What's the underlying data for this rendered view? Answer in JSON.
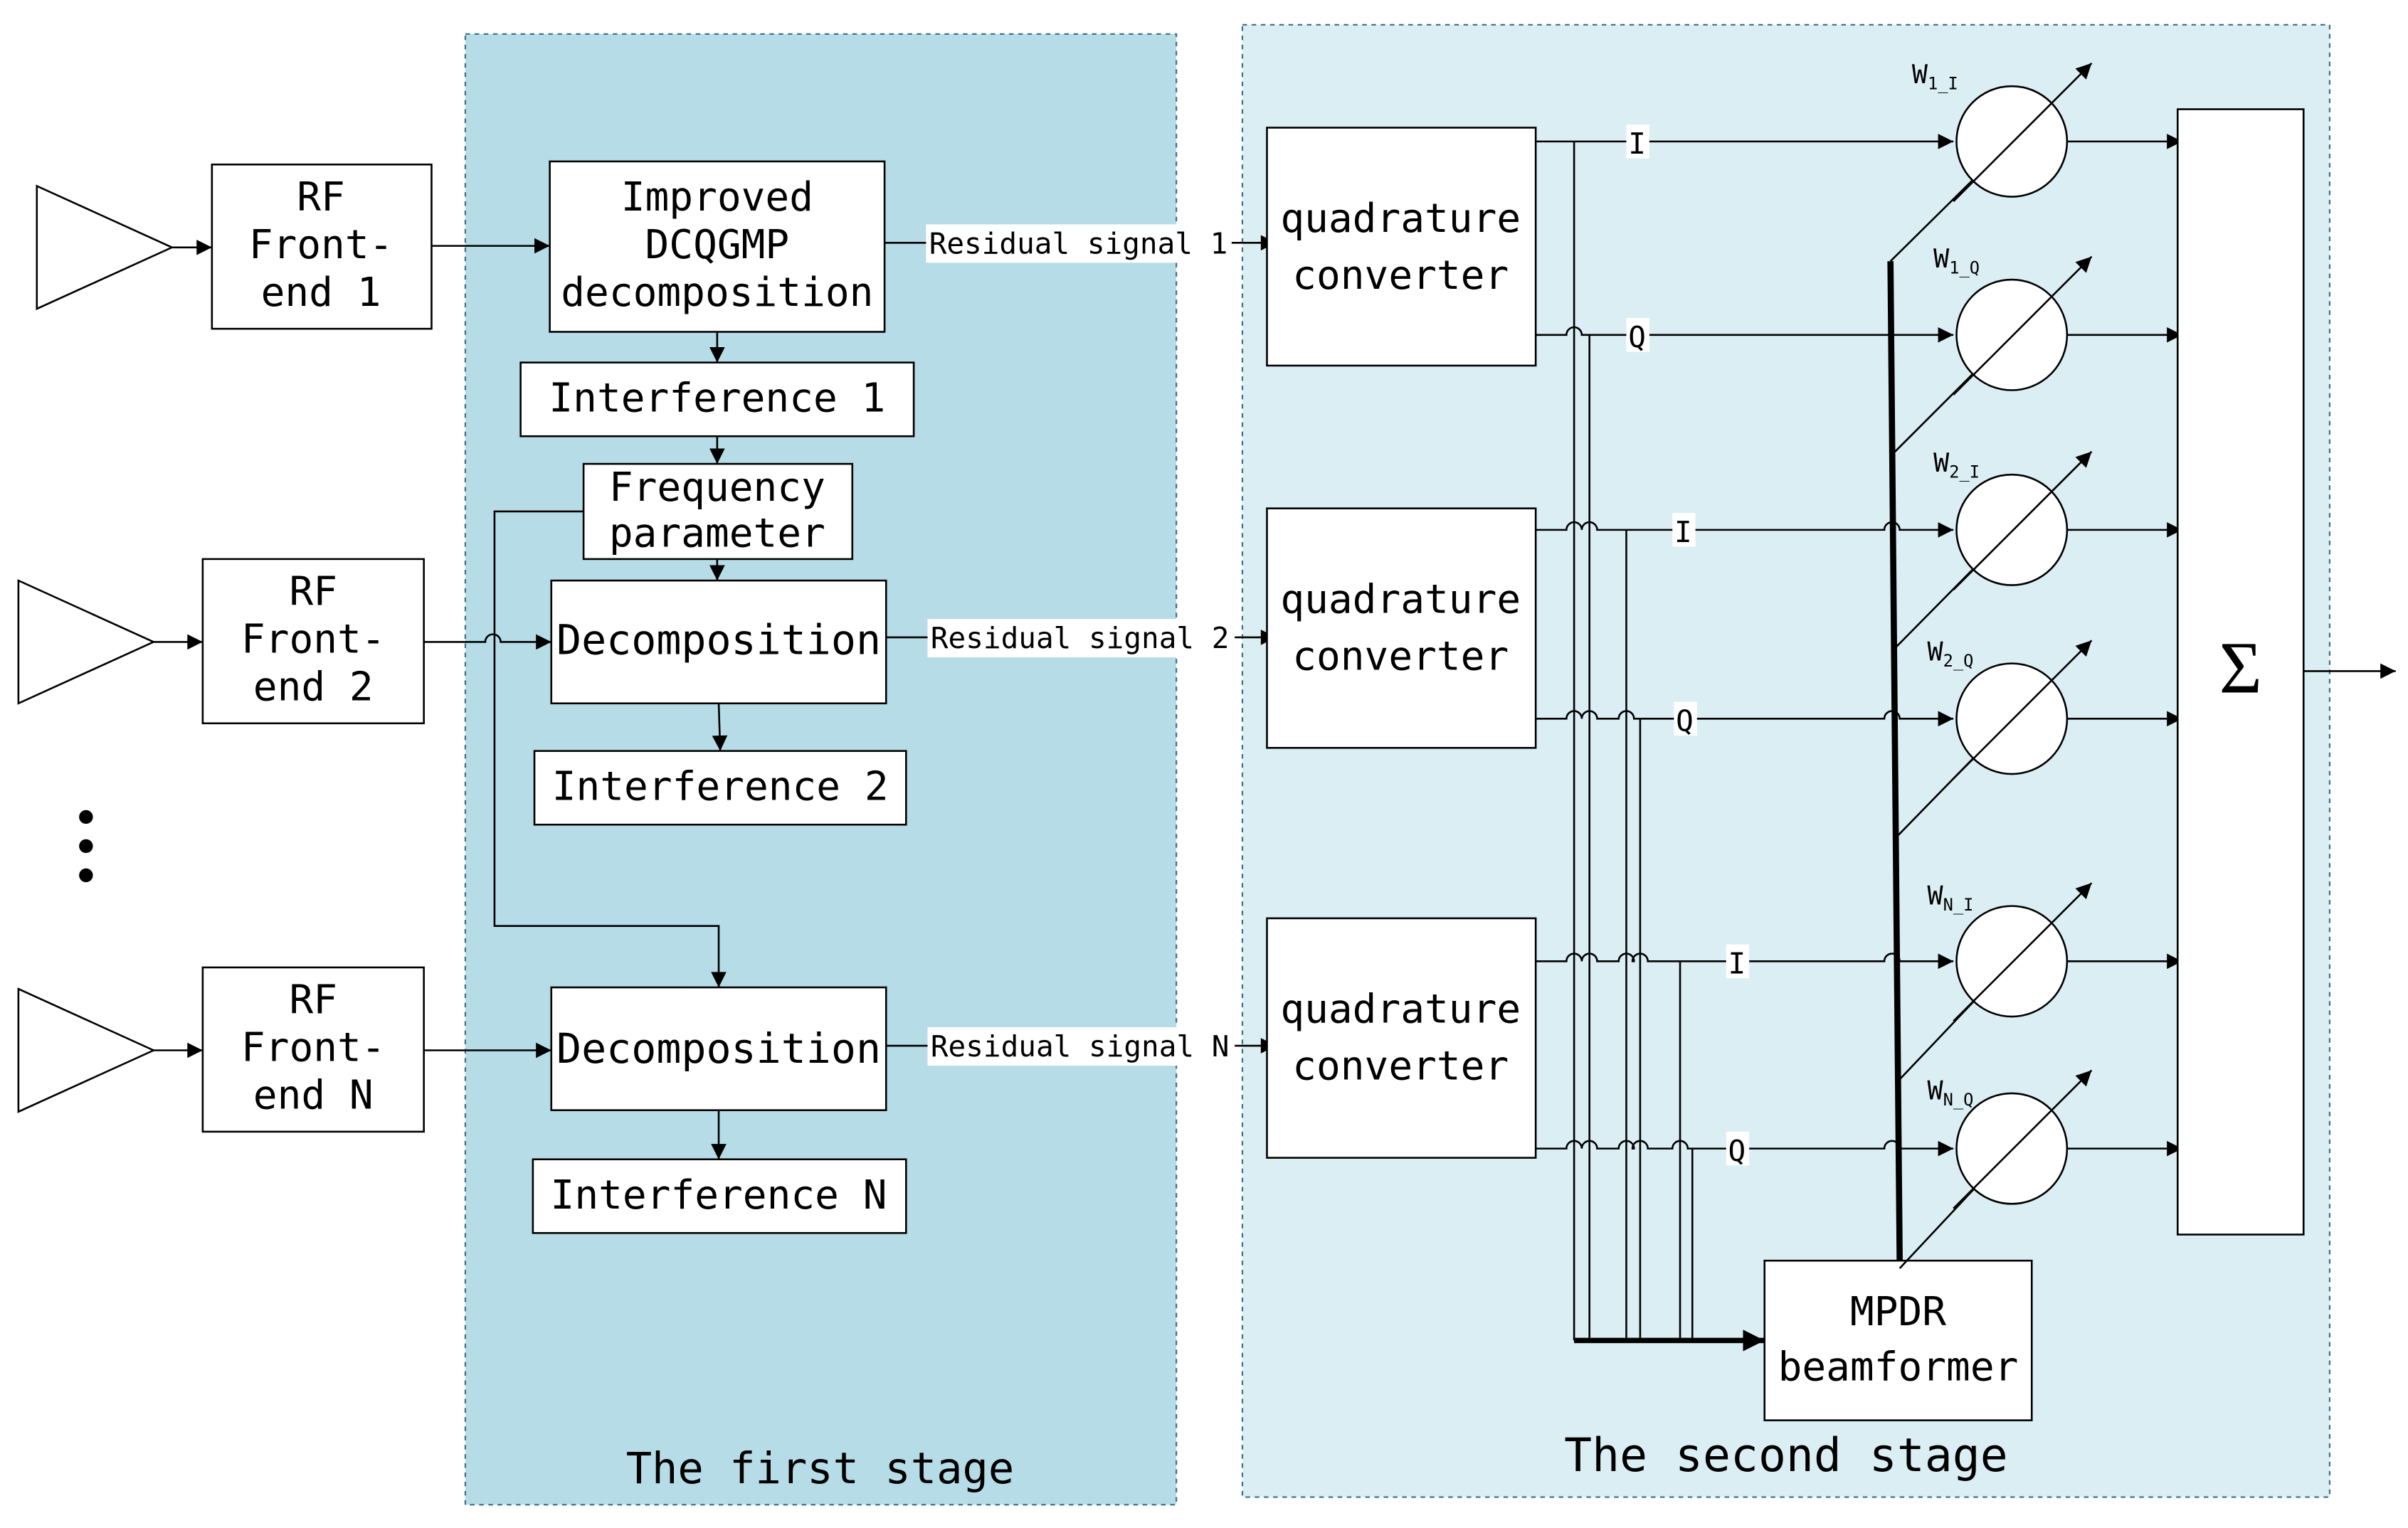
{
  "colors": {
    "stage1_fill": "#b6dce7",
    "stage2_fill": "#dbeef4",
    "stage_border": "#3a6f86",
    "line": "#000000",
    "box_fill": "#ffffff"
  },
  "stage1": {
    "label": "The first stage"
  },
  "stage2": {
    "label": "The second stage"
  },
  "rf_frontends": [
    {
      "line1": "RF",
      "line2": "Front-",
      "line3": "end 1"
    },
    {
      "line1": "RF",
      "line2": "Front-",
      "line3": "end 2"
    },
    {
      "line1": "RF",
      "line2": "Front-",
      "line3": "end N"
    }
  ],
  "improved_box": {
    "line1": "Improved",
    "line2": "DCQGMP",
    "line3": "decomposition"
  },
  "decomposition_boxes": [
    "Decomposition",
    "Decomposition"
  ],
  "interference": [
    "Interference 1",
    "Interference 2",
    "Interference N"
  ],
  "frequency_param": {
    "line1": "Frequency",
    "line2": "parameter"
  },
  "residual_signals": [
    "Residual signal 1",
    "Residual signal 2",
    "Residual signal N"
  ],
  "quadrature": {
    "line1": "quadrature",
    "line2": "converter"
  },
  "iq_labels": {
    "i": "I",
    "q": "Q"
  },
  "weights": [
    {
      "main": "W",
      "sub": "1_I"
    },
    {
      "main": "W",
      "sub": "1_Q"
    },
    {
      "main": "W",
      "sub": "2_I"
    },
    {
      "main": "W",
      "sub": "2_Q"
    },
    {
      "main": "W",
      "sub": "N_I"
    },
    {
      "main": "W",
      "sub": "N_Q"
    }
  ],
  "mpdr": {
    "line1": "MPDR",
    "line2": "beamformer"
  },
  "summer": {
    "symbol": "Σ"
  },
  "icons": {
    "antenna": "antenna-triangle-icon",
    "ellipsis": "vertical-ellipsis-icon",
    "weight": "variable-weight-icon",
    "output_arrow": "arrow-right-icon"
  }
}
